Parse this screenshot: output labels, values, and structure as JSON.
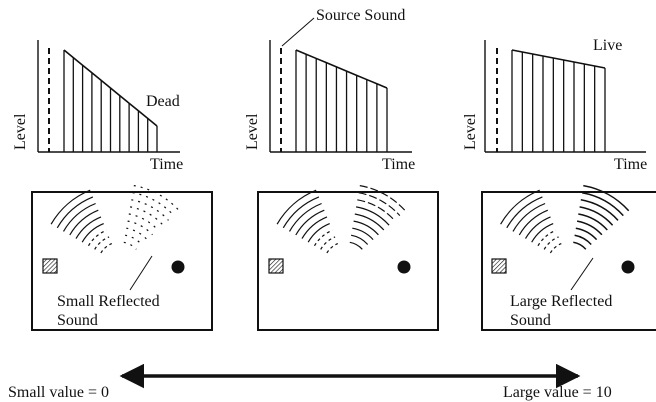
{
  "colors": {
    "ink": "#111111",
    "background": "#ffffff"
  },
  "panels": [
    {
      "id": "dead",
      "graph": {
        "ylabel": "Level",
        "xlabel": "Time",
        "tag": "Dead",
        "decay_levels": [
          1.0,
          0.9,
          0.8,
          0.7,
          0.6,
          0.5,
          0.4,
          0.3,
          0.2,
          0.1,
          0.0
        ]
      },
      "room": {
        "reflection": "small",
        "caption_line1": "Small Reflected",
        "caption_line2": "Sound"
      }
    },
    {
      "id": "medium",
      "graph": {
        "ylabel": "Level",
        "xlabel": "Time",
        "tag": "Source Sound",
        "decay_levels": [
          1.0,
          0.95,
          0.9,
          0.85,
          0.8,
          0.75,
          0.7,
          0.65,
          0.6,
          0.55
        ]
      },
      "room": {
        "reflection": "medium"
      }
    },
    {
      "id": "live",
      "graph": {
        "ylabel": "Level",
        "xlabel": "Time",
        "tag": "Live",
        "decay_levels": [
          1.0,
          0.98,
          0.96,
          0.94,
          0.92,
          0.9,
          0.88,
          0.86,
          0.84,
          0.82
        ]
      },
      "room": {
        "reflection": "large",
        "caption_line1": "Large Reflected",
        "caption_line2": "Sound"
      }
    }
  ],
  "scale": {
    "min_label": "Small value = 0",
    "max_label": "Large value = 10"
  }
}
